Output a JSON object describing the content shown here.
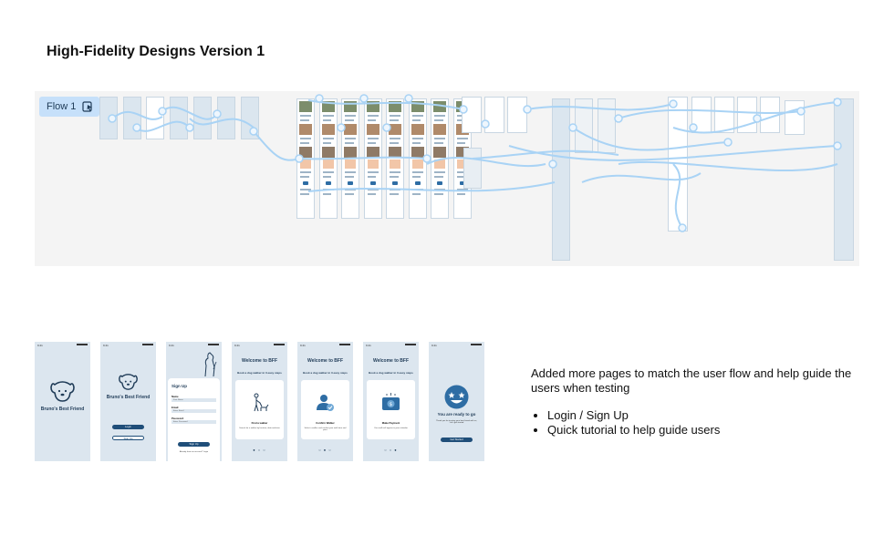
{
  "page": {
    "title": "High-Fidelity Designs Version 1"
  },
  "flow": {
    "label": "Flow 1",
    "icon": "play-flow-icon"
  },
  "status": {
    "time": "9:41"
  },
  "screens": {
    "splash": {
      "brand": "Bruno's Best Friend"
    },
    "login": {
      "brand": "Bruno's Best Friend",
      "login_label": "Login",
      "signup_label": "Sign Up"
    },
    "signup": {
      "heading": "Sign Up",
      "fields": [
        {
          "label": "Name",
          "placeholder": "First Name"
        },
        {
          "label": "Email",
          "placeholder": "Enter Email"
        },
        {
          "label": "Password",
          "placeholder": "Enter Password"
        }
      ],
      "submit_label": "Sign Up",
      "footer": "Already have an account? Login"
    },
    "tutorial": [
      {
        "heading": "Welcome to BFF",
        "subheading": "Book a dog walker in 3 easy steps",
        "caption": "Find a walker",
        "body": "Search for a walker by location, date and time"
      },
      {
        "heading": "Welcome to BFF",
        "subheading": "Book a dog walker in 3 easy steps",
        "caption": "Confirm Walker",
        "body": "Select a walker and confirm your walk time and price"
      },
      {
        "heading": "Welcome to BFF",
        "subheading": "Book a dog walker in 3 easy steps",
        "caption": "Make Payment",
        "body": "Your walk will appear in your calendar"
      }
    ],
    "ready": {
      "heading": "You are ready to go",
      "body": "Thank you for trusting your best friend with us, Let's get started",
      "button_label": "Get Started"
    }
  },
  "description": {
    "text": "Added more pages to match the user flow and help guide the users when testing",
    "bullets": [
      "Login / Sign Up",
      "Quick tutorial to help guide users"
    ]
  },
  "colors": {
    "brand": "#1f4e79",
    "screen_bg": "#dce6ef",
    "flow_chip": "#c6e0fa",
    "wire": "#a9d3f5"
  }
}
